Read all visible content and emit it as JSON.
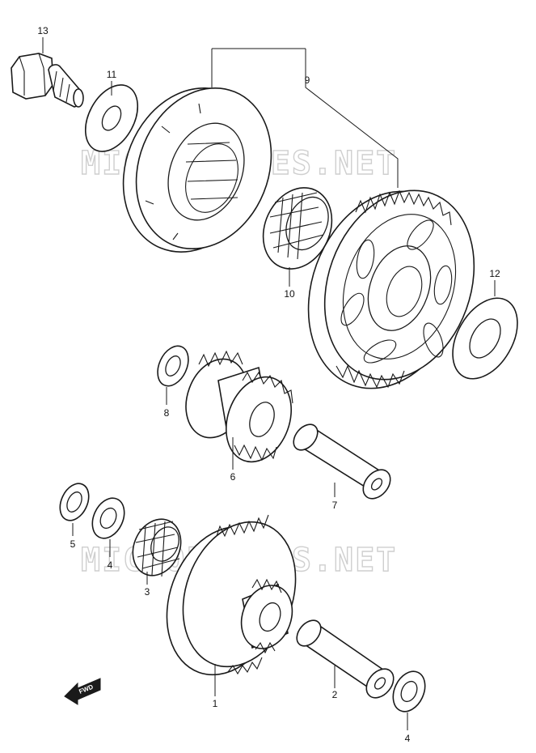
{
  "watermark": "MICROFICHES.NET",
  "direction_badge": "FWD",
  "callouts": {
    "c13": "13",
    "c11": "11",
    "c9": "9",
    "c10": "10",
    "c12": "12",
    "c8": "8",
    "c6": "6",
    "c7": "7",
    "c5": "5",
    "c4a": "4",
    "c3": "3",
    "c1": "1",
    "c2": "2",
    "c4b": "4"
  }
}
